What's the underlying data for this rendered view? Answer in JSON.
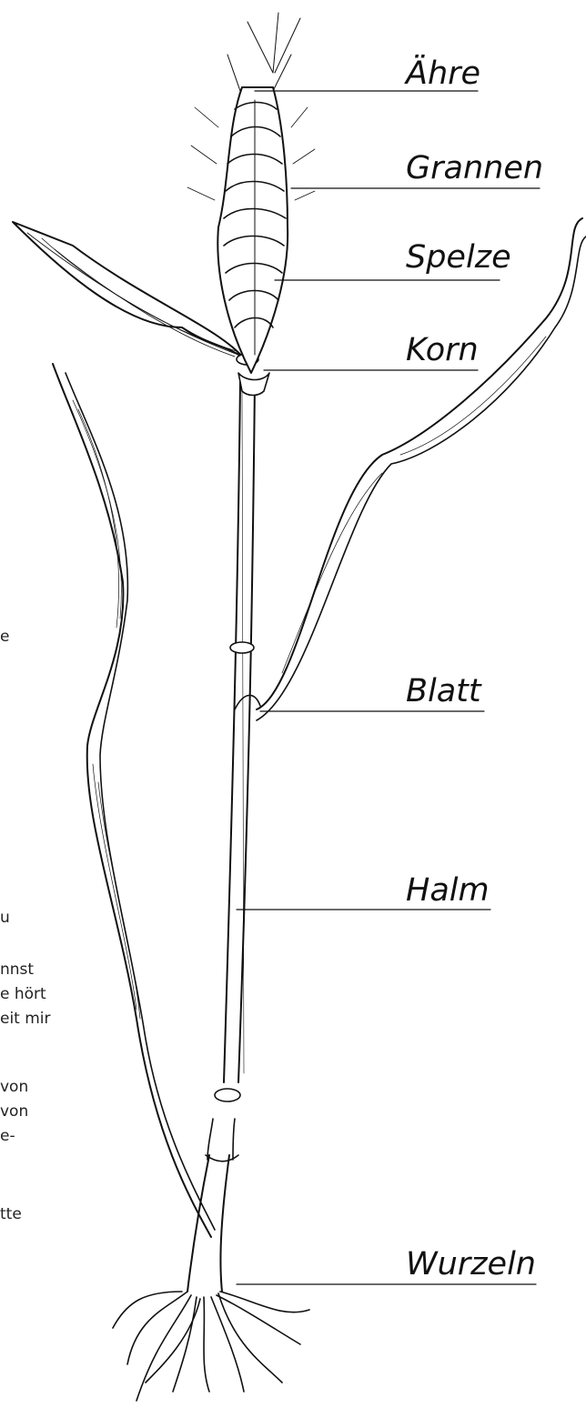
{
  "diagram": {
    "labels": {
      "aehre": "Ähre",
      "grannen": "Grannen",
      "spelze": "Spelze",
      "korn": "Korn",
      "blatt": "Blatt",
      "halm": "Halm",
      "wurzeln": "Wurzeln"
    },
    "cut_off_text": [
      "e",
      "u",
      "nnst",
      "e hört",
      "eit mir",
      "von",
      "von",
      "e-",
      "tte"
    ]
  }
}
